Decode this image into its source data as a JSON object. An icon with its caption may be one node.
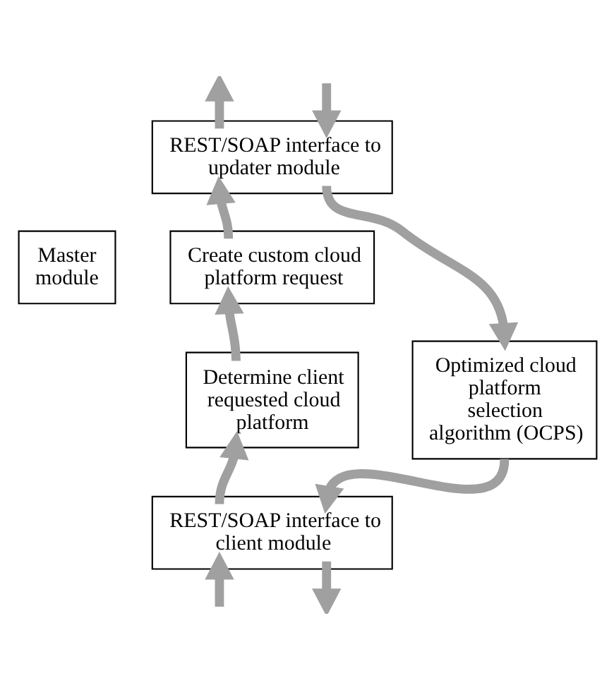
{
  "diagram": {
    "nodes": [
      {
        "text": [
          "Master module"
        ]
      },
      {
        "text": [
          "REST/SOAP interface to updater module"
        ]
      },
      {
        "text": [
          "Create custom cloud platform request"
        ]
      },
      {
        "text": [
          "Optimized cloud platform selection algorithm (OCPS)"
        ]
      },
      {
        "text": [
          "Determine client requested cloud platform"
        ]
      },
      {
        "text": [
          "REST/SOAP interface to client module"
        ]
      }
    ],
    "edges": [
      {
        "from": 1,
        "to": null,
        "arrow": "to"
      },
      {
        "from": null,
        "to": 1,
        "arrow": "to"
      },
      {
        "from": 1,
        "to": 3,
        "arrow": "to"
      },
      {
        "from": 3,
        "to": 5,
        "arrow": "to"
      },
      {
        "from": 5,
        "to": null,
        "arrow": "to"
      },
      {
        "from": null,
        "to": 5,
        "arrow": "to"
      },
      {
        "from": 5,
        "to": 4,
        "arrow": "to"
      },
      {
        "from": 4,
        "to": 2,
        "arrow": "to"
      },
      {
        "from": 2,
        "to": 1,
        "arrow": "to"
      }
    ]
  }
}
